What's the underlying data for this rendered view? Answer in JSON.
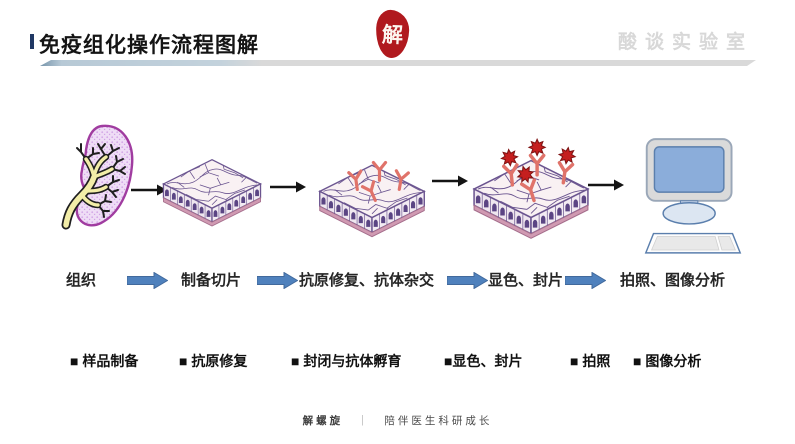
{
  "slide": {
    "title": "免疫组化操作流程图解",
    "seal_character": "解",
    "lab_name": "酸谈实验室"
  },
  "workflow": {
    "figure_icons": [
      "kidney-tissue-icon",
      "tissue-section-icon",
      "tissue-antibody-hybridization-icon",
      "tissue-chromogen-icon",
      "computer-monitor-icon"
    ],
    "steps": [
      "组织",
      "制备切片",
      "抗原修复、抗体杂交",
      "显色、封片",
      "拍照、图像分析"
    ]
  },
  "bullets": [
    "■ 样品制备",
    "■ 抗原修复",
    "■ 封闭与抗体孵育",
    "■显色、封片",
    "■ 拍照",
    "■ 图像分析"
  ],
  "footer": {
    "brand": "解螺旋",
    "separator": "｜",
    "slogan": "陪伴医生科研成长"
  },
  "colors": {
    "accent_blue": "#4f81bd",
    "seal_red": "#b0191e",
    "lab_gray": "#d8d8d8",
    "slab_purple": "#6b5590",
    "antibody_red": "#e0736a",
    "star_red": "#c51f1f"
  }
}
